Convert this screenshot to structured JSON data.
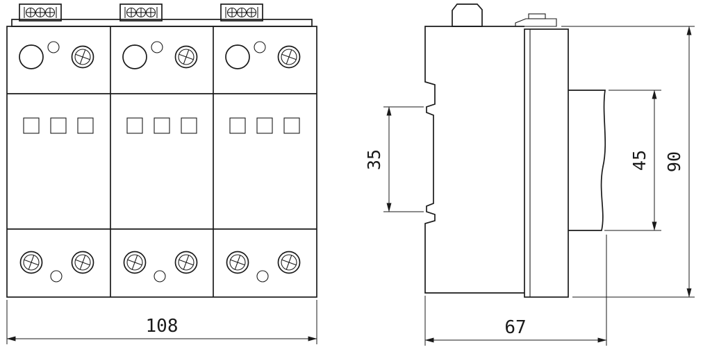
{
  "dimensions": {
    "front_width": "108",
    "side_depth": "67",
    "din_rail_opening": "35",
    "front_section_height": "45",
    "overall_height": "90"
  },
  "colors": {
    "line": "#1a1a1a",
    "background": "#ffffff"
  }
}
